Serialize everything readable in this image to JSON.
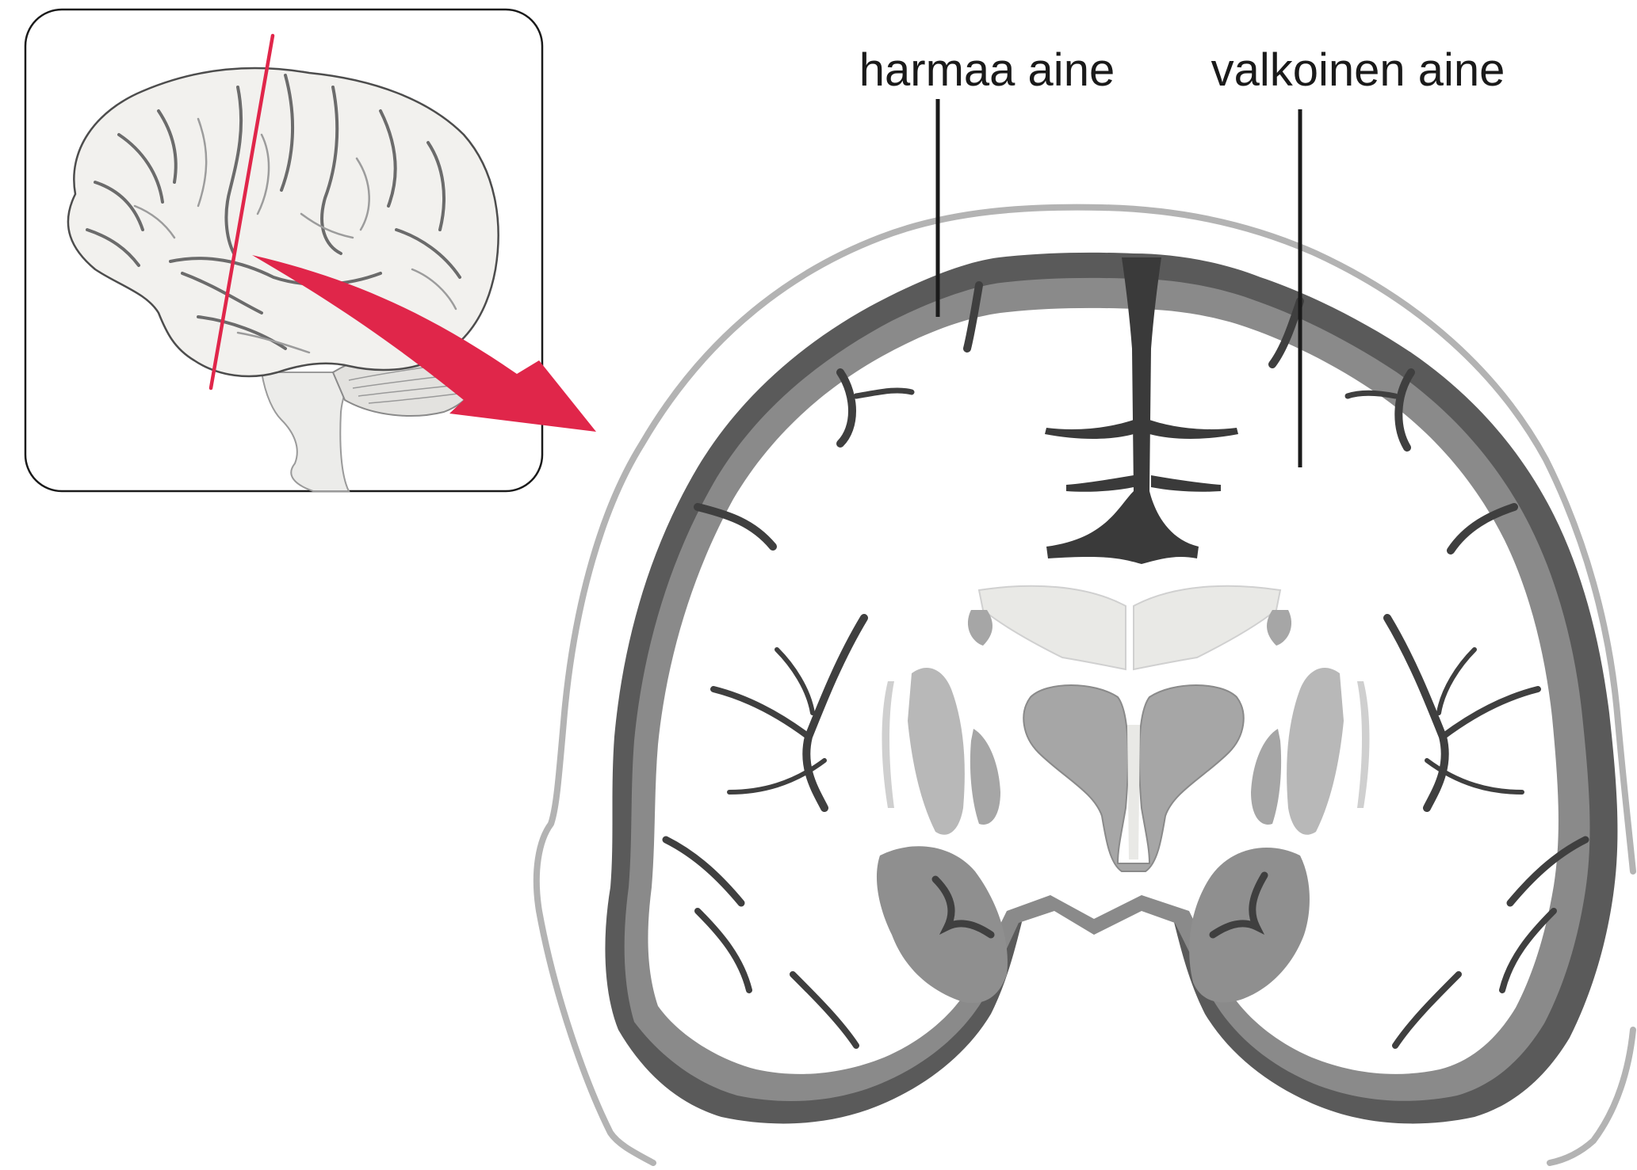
{
  "labels": {
    "gray_matter": "harmaa aine",
    "white_matter": "valkoinen aine"
  },
  "colors": {
    "background": "#ffffff",
    "head_outline": "#b3b3b3",
    "cortex_dark": "#4a4a4a",
    "cortex_mid": "#6e6e6e",
    "white_matter": "#ffffff",
    "deep_gray": "#a6a6a6",
    "deep_gray_light": "#cfcfcf",
    "ventricle_light": "#e9e9e6",
    "brain_surface": "#f2f1ee",
    "accent_red": "#e0264a",
    "label_line": "#1a1a1a",
    "inset_border": "#1a1a1a"
  },
  "icons": {
    "inset": "lateral-brain-illustration",
    "arrow": "red-curved-arrow",
    "section": "coronal-brain-section"
  }
}
